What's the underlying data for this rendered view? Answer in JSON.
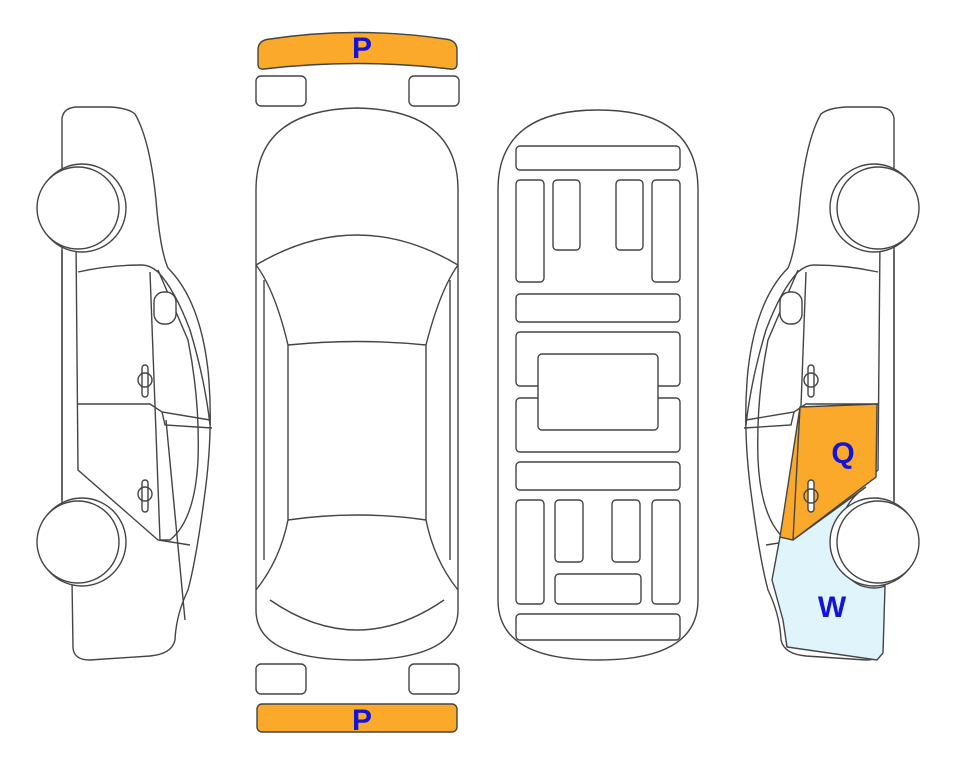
{
  "diagram": {
    "views": [
      "left-side",
      "top",
      "underside",
      "right-side"
    ],
    "damage_marks": {
      "front_bumper": {
        "label": "P",
        "color": "#FBA92A"
      },
      "rear_bumper": {
        "label": "P",
        "color": "#FBA92A"
      },
      "right_rear_door": {
        "label": "Q",
        "color": "#FBA92A"
      },
      "right_rear_quarter": {
        "label": "W",
        "color": "#E0F4FC"
      }
    },
    "label_color": "#1414D8"
  }
}
